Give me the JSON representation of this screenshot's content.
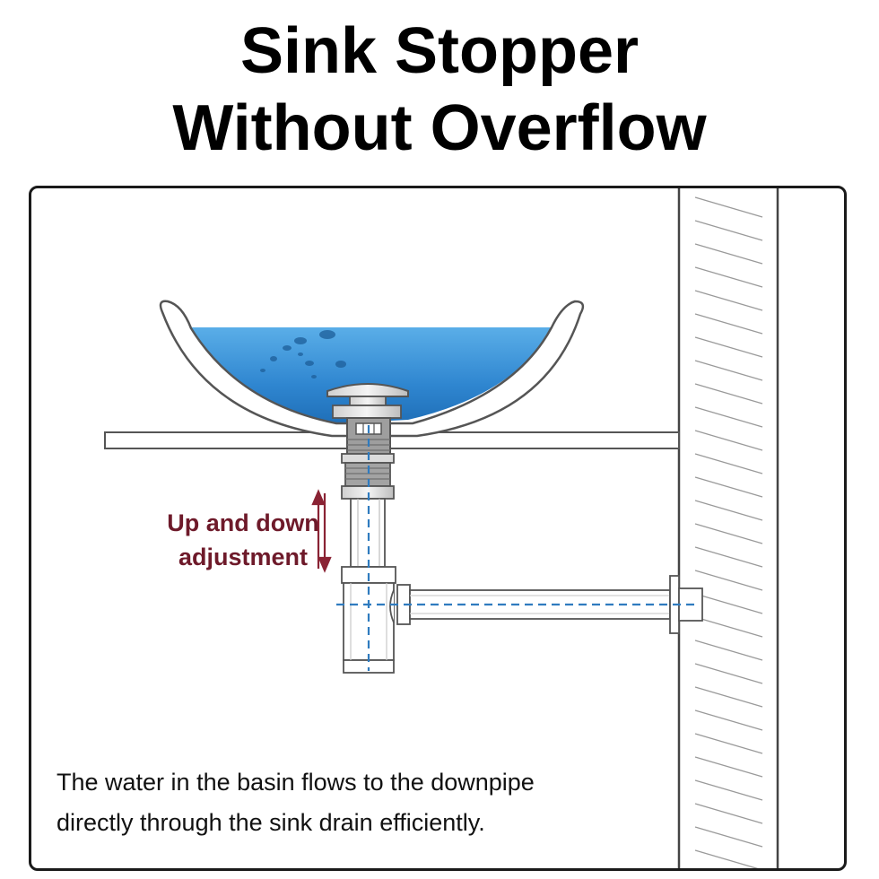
{
  "title": {
    "line1": "Sink Stopper",
    "line2": "Without Overflow"
  },
  "diagram": {
    "adjust_label": {
      "line1": "Up and down",
      "line2": "adjustment"
    },
    "caption": {
      "line1": "The water in the basin flows to the downpipe",
      "line2": "directly through the sink drain efficiently."
    }
  },
  "colors": {
    "water": "#3a8fd6",
    "adjust_label": "#6e1a2a",
    "dashed_line": "#2f7bbf",
    "outline": "#555555"
  }
}
